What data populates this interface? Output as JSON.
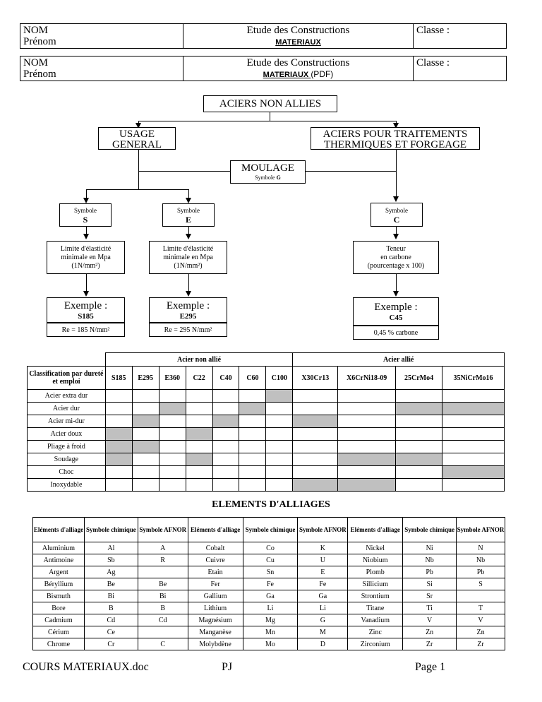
{
  "headers": [
    {
      "nom": "NOM",
      "prenom": "Prénom",
      "title": "Etude des Constructions",
      "subtitle": "MATERIAUX",
      "subtitle_extra": "",
      "classe": "Classe :"
    },
    {
      "nom": "NOM",
      "prenom": "Prénom",
      "title": "Etude des Constructions",
      "subtitle": "MATERIAUX ",
      "subtitle_extra": "(PDF)",
      "classe": "Classe :"
    }
  ],
  "diagram": {
    "root": "ACIERS NON ALLIES",
    "usage": "USAGE GENERAL",
    "traitements": "ACIERS POUR TRAITEMENTS THERMIQUES ET FORGEAGE",
    "moulage": "MOULAGE",
    "moulage_symbol_label": "Symbole",
    "moulage_symbol": "G",
    "symbol_label": "Symbole",
    "s_symbol": "S",
    "e_symbol": "E",
    "c_symbol": "C",
    "s_desc": [
      "Limite d'élasticité",
      "minimale en Mpa",
      "(1N/mm²)"
    ],
    "e_desc": [
      "Limite d'élasticité",
      "minimale en Mpa",
      "(1N/mm²)"
    ],
    "c_desc": [
      "Teneur",
      "en carbone",
      "(pourcentage x 100)"
    ],
    "example_label": "Exemple :",
    "s_example": "S185",
    "e_example": "E295",
    "c_example": "C45",
    "s_re": "Re = 185 N/mm²",
    "e_re": "Re = 295 N/mm²",
    "c_re": "0,45 % carbone"
  },
  "classification": {
    "group_non_allie": "Acier non allié",
    "group_allie": "Acier allié",
    "corner": "Classification par dureté et emploi",
    "columns": [
      "S185",
      "E295",
      "E360",
      "C22",
      "C40",
      "C60",
      "C100",
      "X30Cr13",
      "X6CrNi18-09",
      "25CrMo4",
      "35NiCrMo16"
    ],
    "rows": [
      {
        "label": "Acier extra dur",
        "marks": [
          0,
          0,
          0,
          0,
          0,
          0,
          1,
          0,
          0,
          0,
          0
        ]
      },
      {
        "label": "Acier dur",
        "marks": [
          0,
          0,
          1,
          0,
          0,
          1,
          0,
          0,
          0,
          1,
          1
        ]
      },
      {
        "label": "Acier mi-dur",
        "marks": [
          0,
          1,
          0,
          0,
          1,
          0,
          0,
          1,
          0,
          0,
          0
        ]
      },
      {
        "label": "Acier doux",
        "marks": [
          1,
          0,
          0,
          1,
          0,
          0,
          0,
          0,
          0,
          0,
          0
        ]
      },
      {
        "label": "Pliage à froid",
        "marks": [
          1,
          1,
          0,
          0,
          0,
          0,
          0,
          0,
          0,
          0,
          0
        ]
      },
      {
        "label": "Soudage",
        "marks": [
          1,
          0,
          0,
          1,
          0,
          0,
          0,
          0,
          1,
          1,
          0
        ]
      },
      {
        "label": "Choc",
        "marks": [
          0,
          0,
          0,
          0,
          0,
          0,
          0,
          0,
          0,
          0,
          1
        ]
      },
      {
        "label": "Inoxydable",
        "marks": [
          0,
          0,
          0,
          0,
          0,
          0,
          0,
          1,
          1,
          0,
          0
        ]
      }
    ],
    "mark_color": "#c0c0c0"
  },
  "elements": {
    "title": "ELEMENTS D'ALLIAGES",
    "headers": [
      "Eléments d'alliage",
      "Symbole chimique",
      "Symbole AFNOR",
      "Eléments d'alliage",
      "Symbole chimique",
      "Symbole AFNOR",
      "Eléments d'alliage",
      "Symbole chimique",
      "Symbole AFNOR"
    ],
    "rows": [
      [
        "Aluminium",
        "Al",
        "A",
        "Cobalt",
        "Co",
        "K",
        "Nickel",
        "Ni",
        "N"
      ],
      [
        "Antimoine",
        "Sb",
        "R",
        "Cuivre",
        "Cu",
        "U",
        "Niobium",
        "Nb",
        "Nb"
      ],
      [
        "Argent",
        "Ag",
        "",
        "Etain",
        "Sn",
        "E",
        "Plomb",
        "Pb",
        "Pb"
      ],
      [
        "Béryllium",
        "Be",
        "Be",
        "Fer",
        "Fe",
        "Fe",
        "Sillicium",
        "Si",
        "S"
      ],
      [
        "Bismuth",
        "Bi",
        "Bi",
        "Gallium",
        "Ga",
        "Ga",
        "Strontium",
        "Sr",
        ""
      ],
      [
        "Bore",
        "B",
        "B",
        "Lithium",
        "Li",
        "Li",
        "Titane",
        "Ti",
        "T"
      ],
      [
        "Cadmium",
        "Cd",
        "Cd",
        "Magnésium",
        "Mg",
        "G",
        "Vanadium",
        "V",
        "V"
      ],
      [
        "Cérium",
        "Ce",
        "",
        "Manganèse",
        "Mn",
        "M",
        "Zinc",
        "Zn",
        "Zn"
      ],
      [
        "Chrome",
        "Cr",
        "C",
        "Molybdène",
        "Mo",
        "D",
        "Zirconium",
        "Zr",
        "Zr"
      ]
    ]
  },
  "footer": {
    "left": "COURS MATERIAUX.doc",
    "center": "PJ",
    "right": "Page 1"
  }
}
